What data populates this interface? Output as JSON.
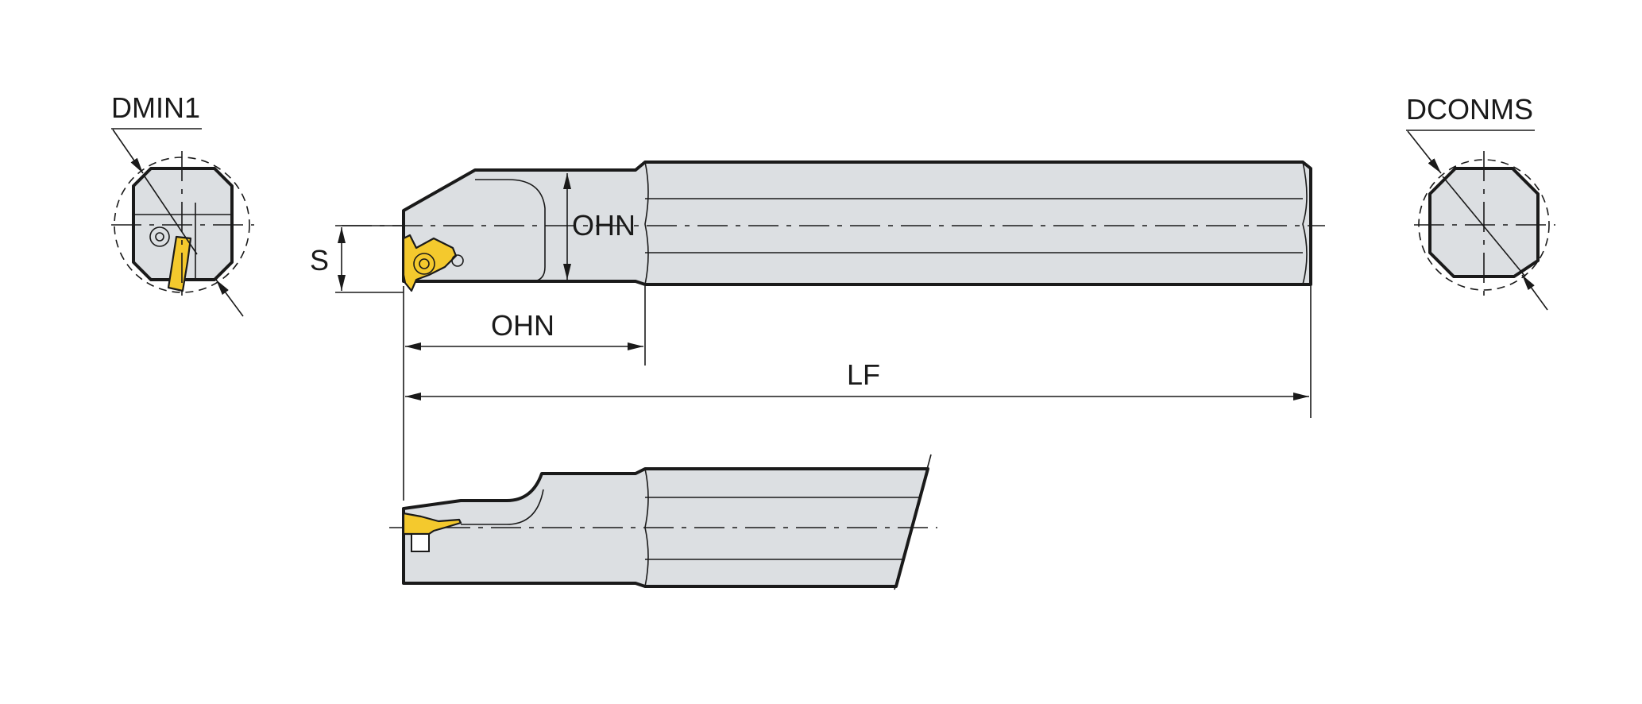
{
  "labels": {
    "dmin1": "DMIN1",
    "dconms": "DCONMS",
    "ohn_vertical": "OHN",
    "ohn_horizontal": "OHN",
    "s": "S",
    "lf": "LF"
  },
  "colors": {
    "body": "#dcdfe2",
    "insert": "#f4c92d",
    "outline": "#1a1a1a"
  }
}
